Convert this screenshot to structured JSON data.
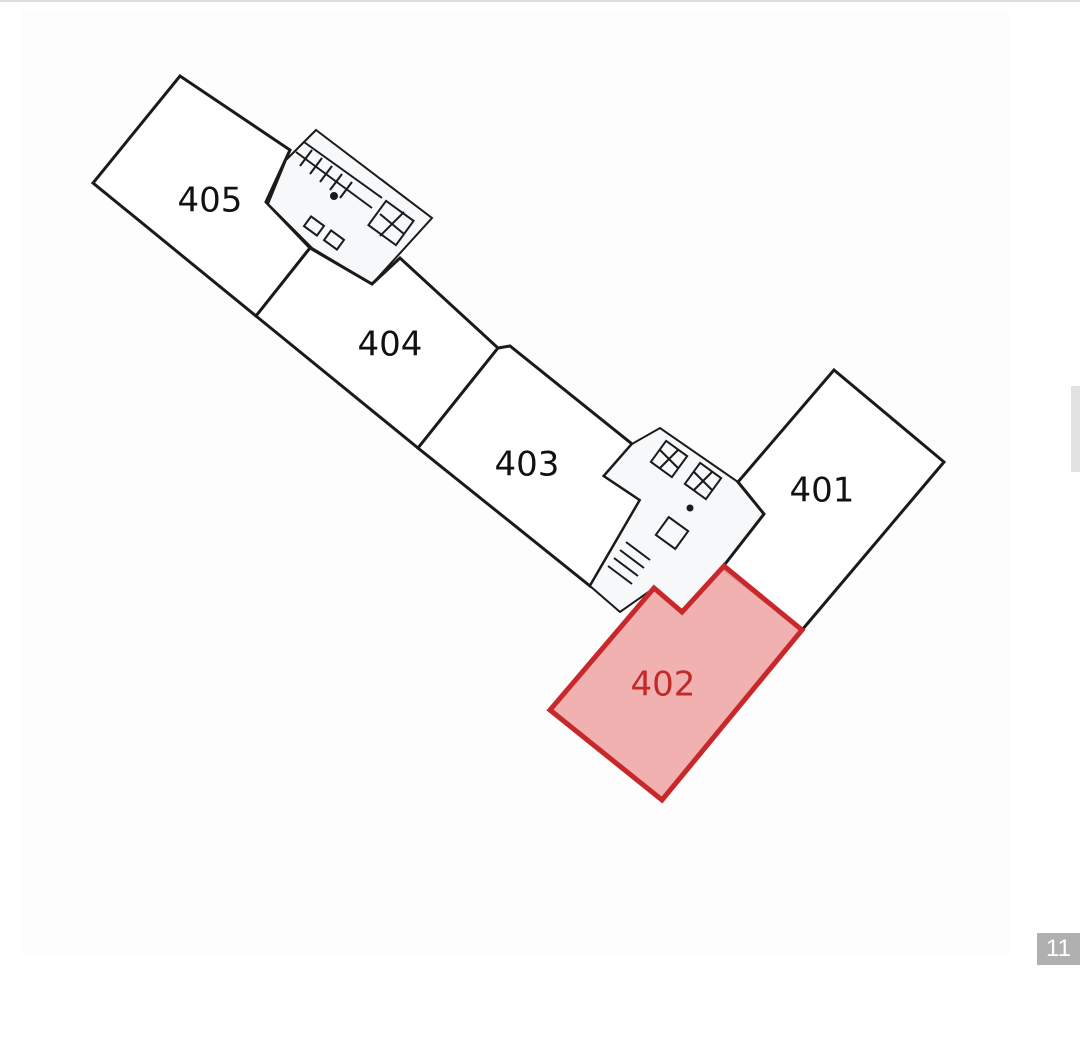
{
  "floor_plan": {
    "units": [
      {
        "id": "405",
        "label": "405",
        "highlighted": false
      },
      {
        "id": "404",
        "label": "404",
        "highlighted": false
      },
      {
        "id": "403",
        "label": "403",
        "highlighted": false
      },
      {
        "id": "402",
        "label": "402",
        "highlighted": true
      },
      {
        "id": "401",
        "label": "401",
        "highlighted": false
      }
    ],
    "colors": {
      "wall": "#1a1a1a",
      "highlight_fill": "#f0a8a8",
      "highlight_stroke": "#c8282a",
      "highlight_text": "#c22a2a"
    }
  },
  "page_indicator": {
    "value": "11"
  }
}
